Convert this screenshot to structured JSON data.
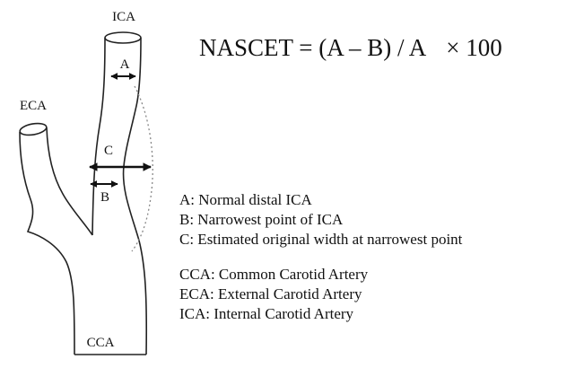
{
  "vessel_labels": {
    "ica": "ICA",
    "eca": "ECA",
    "cca": "CCA"
  },
  "measure_labels": {
    "a": "A",
    "b": "B",
    "c": "C"
  },
  "formula": {
    "expression": "NASCET = (A – B) / A",
    "multiplier": "× 100"
  },
  "legend": {
    "definitions": [
      "A: Normal distal ICA",
      "B: Narrowest point of ICA",
      "C: Estimated original width at narrowest point"
    ],
    "abbreviations": [
      "CCA: Common Carotid Artery",
      "ECA: External Carotid Artery",
      "ICA: Internal Carotid Artery"
    ]
  },
  "colors": {
    "line": "#222222",
    "dotted": "#888888"
  }
}
